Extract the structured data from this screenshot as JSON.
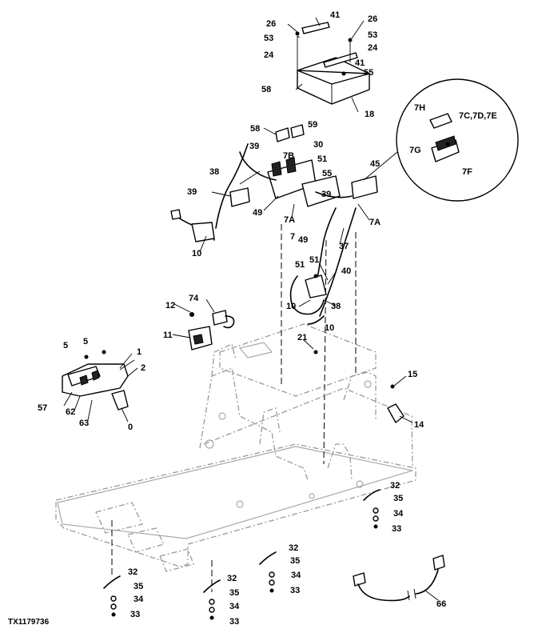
{
  "figure_id": "TX1179736",
  "callouts": {
    "c26a": "26",
    "c41a": "41",
    "c26b": "26",
    "c53a": "53",
    "c53b": "53",
    "c24a": "24",
    "c24b": "24",
    "c41b": "41",
    "c55a": "55",
    "c58a": "58",
    "c18": "18",
    "c58b": "58",
    "c59": "59",
    "c39a": "39",
    "c7B": "7B",
    "c30": "30",
    "c51a": "51",
    "c45": "45",
    "c38a": "38",
    "c55b": "55",
    "c39b": "39",
    "c39c": "39",
    "c49a": "49",
    "c7Aa": "7A",
    "c7Ab": "7A",
    "c7": "7",
    "c49b": "49",
    "c37": "37",
    "c51b": "51",
    "c10a": "10",
    "c51c": "51",
    "c40": "40",
    "c10b": "10",
    "c38b": "38",
    "c10c": "10",
    "c7H": "7H",
    "c7C": "7C,7D,7E",
    "c7G": "7G",
    "c7F": "7F",
    "c12": "12",
    "c74": "74",
    "c11": "11",
    "c21": "21",
    "c15": "15",
    "c14": "14",
    "c5a": "5",
    "c5b": "5",
    "c1": "1",
    "c2": "2",
    "c57": "57",
    "c62": "62",
    "c63": "63",
    "c0": "0",
    "c32a": "32",
    "c35a": "35",
    "c34a": "34",
    "c33a": "33",
    "c32b": "32",
    "c35b": "35",
    "c34b": "34",
    "c33b": "33",
    "c32c": "32",
    "c35c": "35",
    "c34c": "34",
    "c33c": "33",
    "c32d": "32",
    "c35d": "35",
    "c34d": "34",
    "c33d": "33",
    "c66": "66"
  }
}
